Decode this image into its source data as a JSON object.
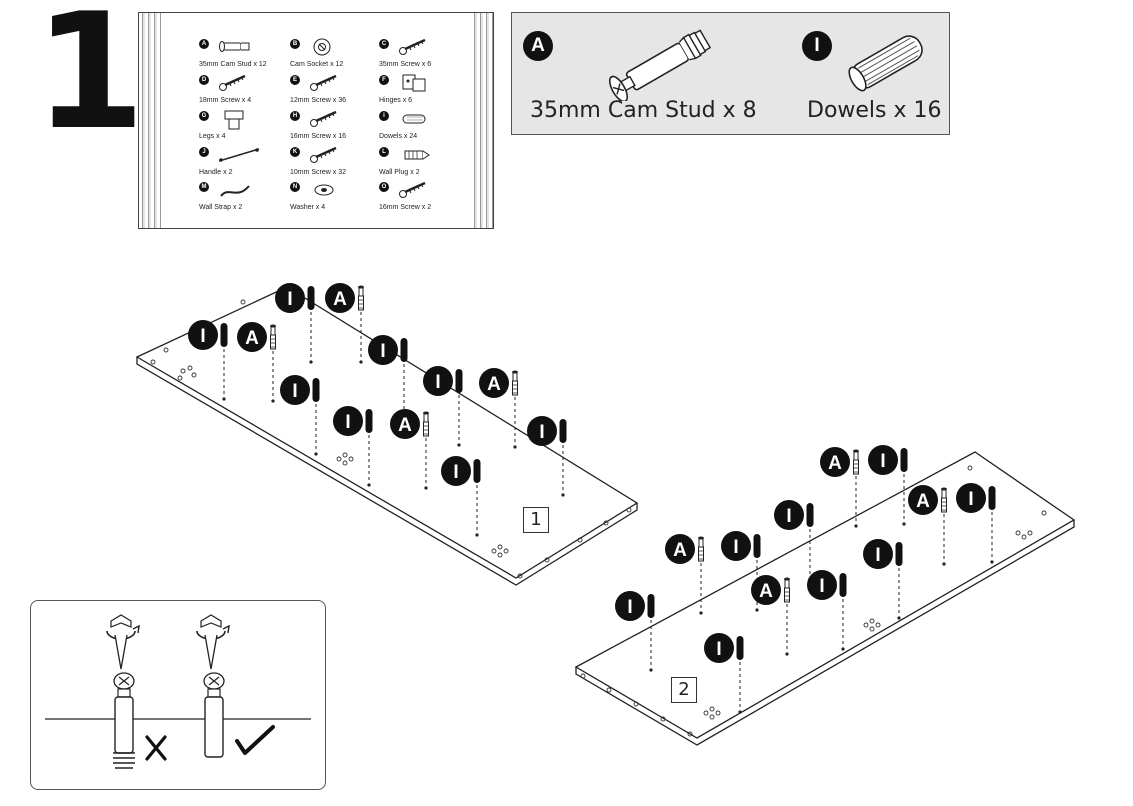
{
  "step_number": "1",
  "parts_sheet": {
    "parts": [
      {
        "letter": "A",
        "label": "35mm Cam Stud x 12",
        "icon": "cam-stud-icon"
      },
      {
        "letter": "B",
        "label": "Cam Socket x 12",
        "icon": "cam-socket-icon"
      },
      {
        "letter": "C",
        "label": "35mm Screw x 6",
        "icon": "screw-icon"
      },
      {
        "letter": "D",
        "label": "18mm Screw x 4",
        "icon": "screw-icon"
      },
      {
        "letter": "E",
        "label": "12mm Screw x 36",
        "icon": "screw-icon"
      },
      {
        "letter": "F",
        "label": "Hinges x 6",
        "icon": "hinge-icon"
      },
      {
        "letter": "G",
        "label": "Legs x 4",
        "icon": "leg-icon"
      },
      {
        "letter": "H",
        "label": "16mm Screw x 16",
        "icon": "screw-icon"
      },
      {
        "letter": "I",
        "label": "Dowels x 24",
        "icon": "dowel-icon"
      },
      {
        "letter": "J",
        "label": "Handle x 2",
        "icon": "handle-icon"
      },
      {
        "letter": "K",
        "label": "10mm Screw x 32",
        "icon": "screw-icon"
      },
      {
        "letter": "L",
        "label": "Wall Plug x 2",
        "icon": "wall-plug-icon"
      },
      {
        "letter": "M",
        "label": "Wall Strap x 2",
        "icon": "wall-strap-icon"
      },
      {
        "letter": "N",
        "label": "Washer x 4",
        "icon": "washer-icon"
      },
      {
        "letter": "O",
        "label": "16mm Screw x 2",
        "icon": "screw-icon"
      }
    ]
  },
  "fittings": [
    {
      "letter": "A",
      "label": "35mm Cam Stud x 8",
      "icon": "cam-stud-icon"
    },
    {
      "letter": "I",
      "label": "Dowels x 16",
      "icon": "dowel-icon"
    }
  ],
  "panels": [
    {
      "number": "1"
    },
    {
      "number": "2"
    }
  ],
  "inset": {
    "wrong_icon": "cross-icon",
    "right_icon": "check-icon"
  },
  "colors": {
    "ink": "#111111",
    "fittings_background": "#e6e6e6"
  }
}
